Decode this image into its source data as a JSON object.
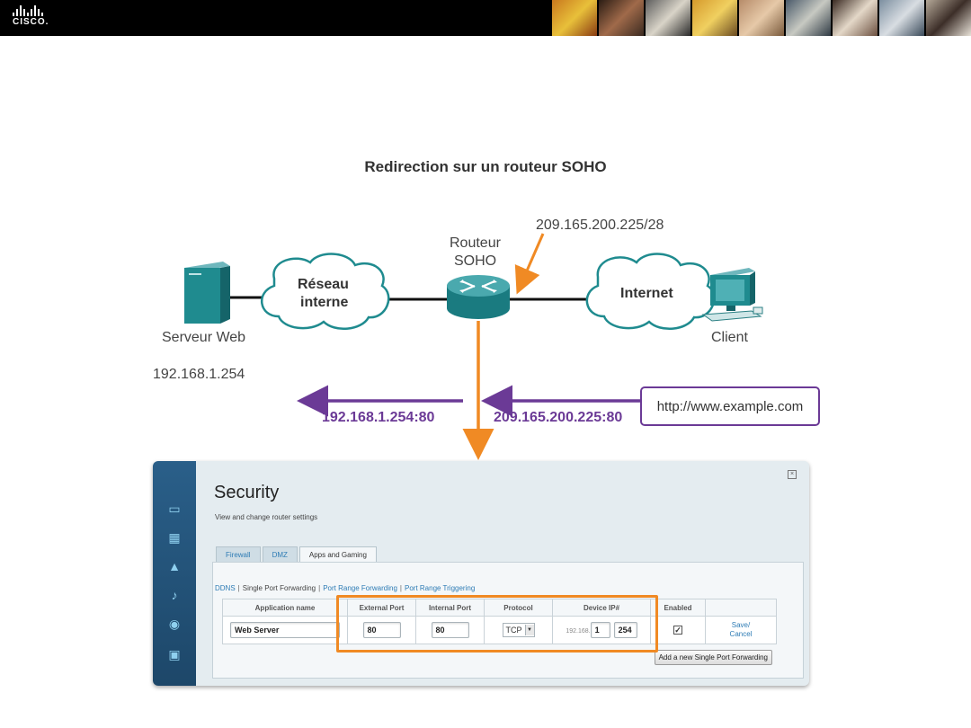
{
  "header": {
    "logo_text": "CISCO."
  },
  "title": "Redirection sur un routeur SOHO",
  "diagram": {
    "router_label_1": "Routeur",
    "router_label_2": "SOHO",
    "public_ip": "209.165.200.225/28",
    "internal_cloud_1": "Réseau",
    "internal_cloud_2": "interne",
    "internet_cloud": "Internet",
    "server_label": "Serveur Web",
    "server_ip": "192.168.1.254",
    "client_label": "Client",
    "url": "http://www.example.com",
    "internal_socket": "192.168.1.254:80",
    "public_socket": "209.165.200.225:80",
    "colors": {
      "accent_orange": "#f08a24",
      "accent_purple": "#6b3a96",
      "device_teal": "#1f8b8f"
    }
  },
  "router_ui": {
    "title": "Security",
    "subtitle": "View and change router settings",
    "tabs": [
      "Firewall",
      "DMZ",
      "Apps and Gaming"
    ],
    "sub_links": [
      "DDNS",
      "Single Port Forwarding",
      "Port Range Forwarding",
      "Port Range Triggering"
    ],
    "columns": [
      "Application name",
      "External Port",
      "Internal Port",
      "Protocol",
      "Device IP#",
      "Enabled"
    ],
    "row": {
      "app_name": "Web Server",
      "external_port": "80",
      "internal_port": "80",
      "protocol": "TCP",
      "ip_prefix": "192.168.",
      "ip_third": "1",
      "ip_last": "254",
      "enabled": true,
      "save": "Save/",
      "cancel": "Cancel"
    },
    "add_button": "Add a new Single Port Forwarding"
  }
}
